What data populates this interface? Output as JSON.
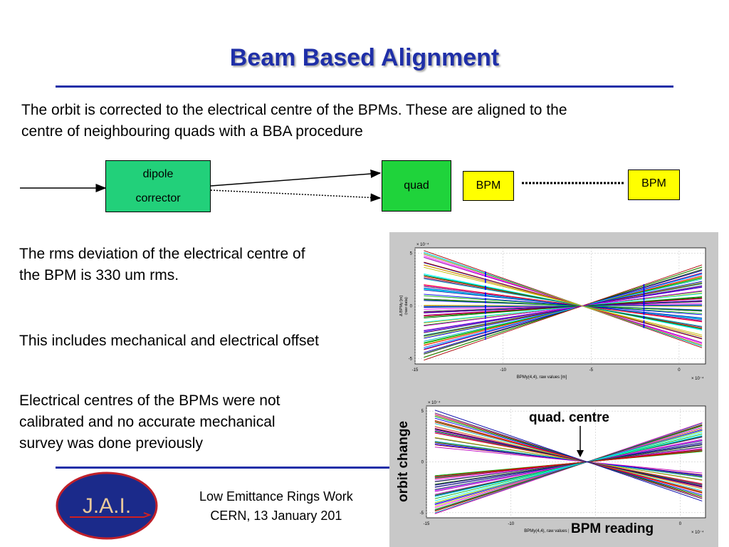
{
  "title": "Beam Based Alignment",
  "intro": {
    "line1": "The orbit is corrected to the electrical centre of the BPMs. These are aligned to the",
    "line2": "centre of neighbouring quads with a BBA procedure"
  },
  "diagram": {
    "dipole_line1": "dipole",
    "dipole_line2": "corrector",
    "quad": "quad",
    "bpm_left": "BPM",
    "bpm_right": "BPM"
  },
  "body": {
    "p1_line1": "The rms deviation of the electrical centre of",
    "p1_line2": "the BPM is 330 um rms.",
    "p2": "This includes mechanical and electrical offset",
    "p3_line1": "Electrical centres of the BPMs were not",
    "p3_line2": "calibrated and no accurate mechanical",
    "p3_line3": "survey was done previously"
  },
  "footer": {
    "line1": "Low Emittance Rings Work",
    "line2": "CERN, 13 January 201"
  },
  "logo_text": "J.A.I.",
  "annotations": {
    "quad_centre": "quad. centre",
    "orbit_change": "orbit change",
    "bpm_reading": "BPM reading"
  },
  "chart_data": [
    {
      "type": "line",
      "xlabel": "BPMy(4,4), raw values [m]",
      "ylabel_line1": "Δ BPMy [m]",
      "ylabel_line2": "(raw data)",
      "y_exponent": "× 10⁻⁴",
      "x_exponent": "× 10⁻⁴",
      "xlim": [
        -15,
        1.5
      ],
      "ylim": [
        -5.5,
        5.5
      ],
      "x_ticks": [
        "-15",
        "-10",
        "-5",
        "0"
      ],
      "y_ticks": [
        "5",
        "0",
        "-5"
      ],
      "crossing_point": {
        "x": -5.5,
        "y": 0
      },
      "line_count": 90,
      "grid": true
    },
    {
      "type": "line",
      "xlabel": "BPMy(4,4), raw values [m]",
      "y_exponent": "× 10⁻⁴",
      "x_exponent": "× 10⁻⁴",
      "xlim": [
        -15,
        1.5
      ],
      "ylim": [
        -5.5,
        5.5
      ],
      "x_ticks": [
        "-15",
        "-10",
        "-5",
        "0"
      ],
      "y_ticks": [
        "5",
        "0",
        "-5"
      ],
      "crossing_point": {
        "x": -5.5,
        "y": 0
      },
      "line_count": 80,
      "grid": true
    }
  ],
  "colors": {
    "title": "#1f2fa8",
    "rule": "#1f2fa8",
    "logo_ring": "#c0202a",
    "logo_fill": "#1b2a8a"
  }
}
